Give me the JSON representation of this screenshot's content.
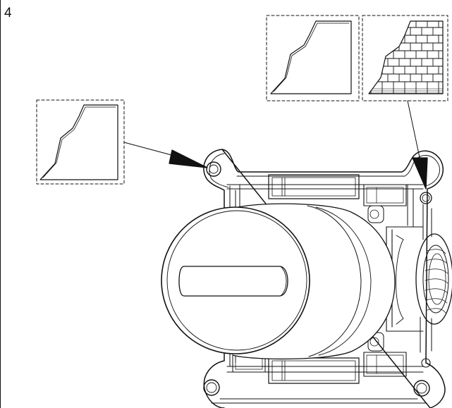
{
  "step": {
    "number": "4"
  },
  "callouts": [
    {
      "id": "wall-profile-left",
      "type": "wall-profile"
    },
    {
      "id": "wall-profile-top",
      "type": "wall-profile"
    },
    {
      "id": "brick-wall-profile",
      "type": "brick-wall-profile"
    }
  ],
  "colors": {
    "line": "#111111",
    "background": "#ffffff",
    "fill": "#ffffff"
  }
}
